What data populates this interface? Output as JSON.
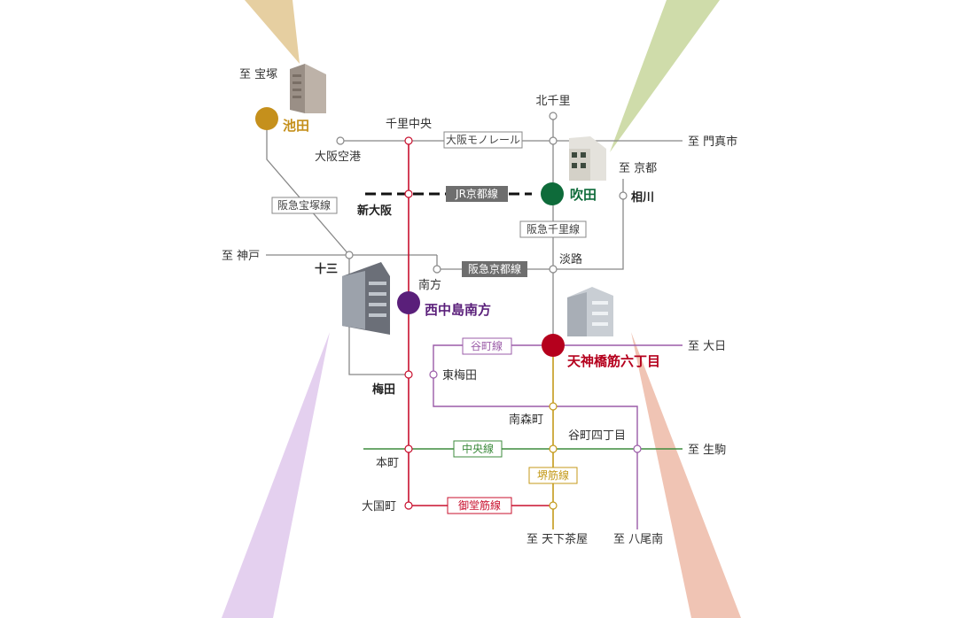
{
  "lines": {
    "osaka_monorail": "大阪モノレール",
    "hankyu_takarazuka": "阪急宝塚線",
    "jr_kyoto": "JR京都線",
    "hankyu_senri": "阪急千里線",
    "hankyu_kyoto": "阪急京都線",
    "tanimachi": "谷町線",
    "chuo": "中央線",
    "sakaisuji": "堺筋線",
    "midosuji": "御堂筋線"
  },
  "hub_stations": {
    "ikeda": "池田",
    "suita": "吹田",
    "nishinakajima": "西中島南方",
    "tenjinbashi": "天神橋筋六丁目"
  },
  "stations": {
    "senri_chuo": "千里中央",
    "kita_senri": "北千里",
    "osaka_airport": "大阪空港",
    "shin_osaka": "新大阪",
    "aikawa": "相川",
    "juso": "十三",
    "awaji": "淡路",
    "minamikata": "南方",
    "umeda": "梅田",
    "higashi_umeda": "東梅田",
    "minami_morimachi": "南森町",
    "tanimachi_4": "谷町四丁目",
    "honmachi": "本町",
    "daikokucho": "大国町"
  },
  "destinations": {
    "takarazuka": "至 宝塚",
    "kadoma": "至 門真市",
    "kyoto": "至 京都",
    "kobe": "至 神戸",
    "dainichi": "至 大日",
    "ikoma": "至 生駒",
    "tengachaya": "至 天下茶屋",
    "yao": "至 八尾南"
  },
  "colors": {
    "midosuji": "#c8102e",
    "tanimachi": "#9b5ca8",
    "chuo": "#3d8b3d",
    "sakaisuji": "#c49a1a",
    "hankyu": "#888888",
    "ikeda": "#c5901c",
    "suita": "#0e6b3a",
    "nishinakajima": "#5a1f7a",
    "tenjinbashi": "#b5001d",
    "beam_gold": "#e6cfa1",
    "beam_green": "#cfdcaa",
    "beam_purple": "#e4d0ef",
    "beam_salmon": "#f0c4b4"
  }
}
